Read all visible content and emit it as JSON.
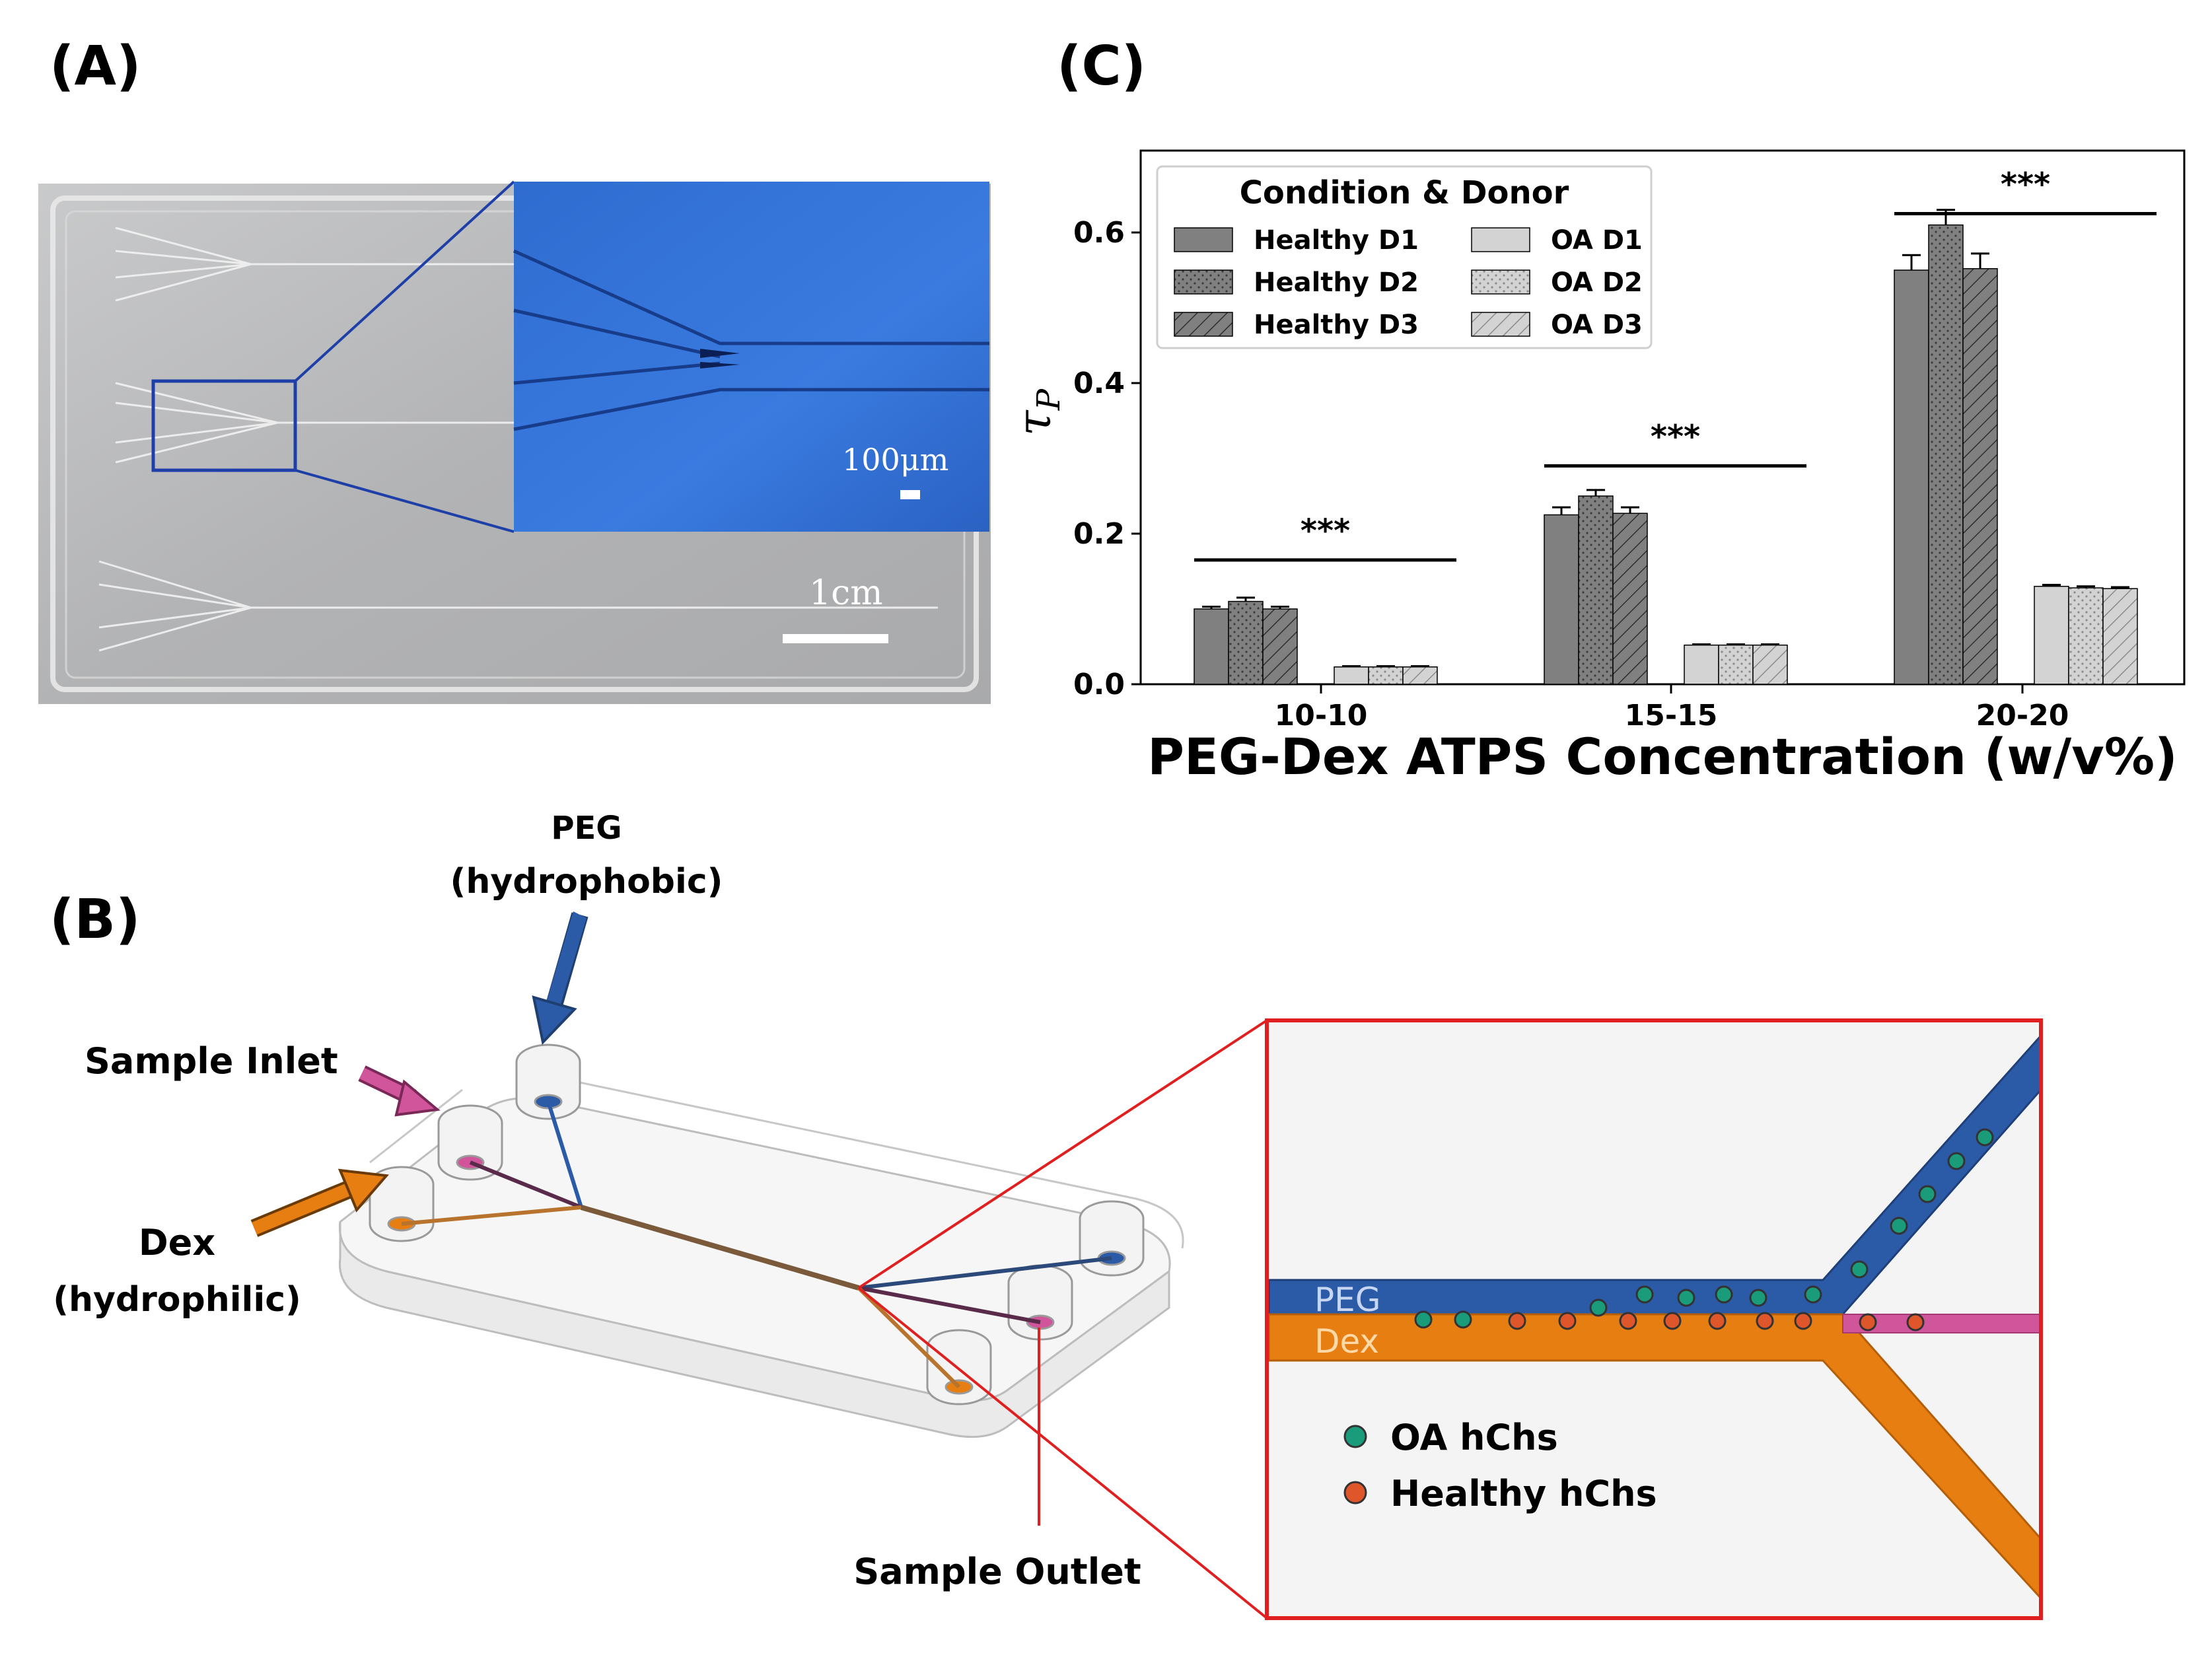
{
  "panels": {
    "a": "(A)",
    "b": "(B)",
    "c": "(C)"
  },
  "panel_a": {
    "scale_small": "100μm",
    "scale_large": "1cm"
  },
  "panel_b": {
    "peg_line1": "PEG",
    "peg_line2": "(hydrophobic)",
    "sample_inlet": "Sample Inlet",
    "dex_line1": "Dex",
    "dex_line2": "(hydrophilic)",
    "sample_outlet": "Sample Outlet",
    "channel_peg": "PEG",
    "channel_dex": "Dex",
    "legend_oa": "OA hChs",
    "legend_healthy": "Healthy hChs",
    "colors": {
      "peg": "#2b5aa6",
      "dex": "#e67e12",
      "sample": "#d1559a",
      "oa_cell": "#1a9b7a",
      "healthy_cell": "#e0562b",
      "zoom_box": "#e02020"
    }
  },
  "chart_data": {
    "type": "bar",
    "categories": [
      "10-10",
      "15-15",
      "20-20"
    ],
    "xlabel": "PEG-Dex ATPS Concentration (w/v%)",
    "ylabel_main": "τ",
    "ylabel_sub": "P",
    "ylim": [
      0,
      0.7
    ],
    "yticks": [
      "0.0",
      "0.2",
      "0.4",
      "0.6"
    ],
    "legend_title": "Condition & Donor",
    "legend_position": "top-left",
    "series": [
      {
        "name": "Healthy D1",
        "values": [
          0.1,
          0.225,
          0.55
        ],
        "errors": [
          0.003,
          0.01,
          0.02
        ],
        "color": "#808080",
        "pattern": "solid"
      },
      {
        "name": "Healthy D2",
        "values": [
          0.11,
          0.25,
          0.61
        ],
        "errors": [
          0.005,
          0.008,
          0.02
        ],
        "color": "#808080",
        "pattern": "dots"
      },
      {
        "name": "Healthy D3",
        "values": [
          0.1,
          0.227,
          0.552
        ],
        "errors": [
          0.003,
          0.008,
          0.02
        ],
        "color": "#808080",
        "pattern": "hatch"
      },
      {
        "name": "OA D1",
        "values": [
          0.023,
          0.052,
          0.13
        ],
        "errors": [
          0.001,
          0.001,
          0.002
        ],
        "color": "#d3d3d3",
        "pattern": "solid"
      },
      {
        "name": "OA D2",
        "values": [
          0.023,
          0.052,
          0.128
        ],
        "errors": [
          0.001,
          0.001,
          0.002
        ],
        "color": "#d3d3d3",
        "pattern": "dots"
      },
      {
        "name": "OA D3",
        "values": [
          0.023,
          0.052,
          0.127
        ],
        "errors": [
          0.001,
          0.001,
          0.002
        ],
        "color": "#d3d3d3",
        "pattern": "hatch"
      }
    ],
    "significance": [
      {
        "category": "10-10",
        "label": "***",
        "y": 0.165
      },
      {
        "category": "15-15",
        "label": "***",
        "y": 0.29
      },
      {
        "category": "20-20",
        "label": "***",
        "y": 0.625
      }
    ]
  }
}
